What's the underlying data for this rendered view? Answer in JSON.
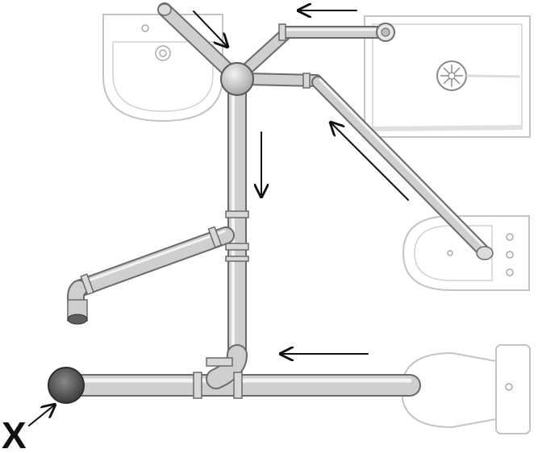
{
  "diagram": {
    "marker_label": "X",
    "colors": {
      "pipe_body": "#cfcfcf",
      "pipe_edge": "#6a6a6a",
      "fixture_outline": "#c4c4c4",
      "outlet": "#555555",
      "arrow": "#111111"
    },
    "fixtures": [
      "washbasin",
      "shower-tray",
      "bidet",
      "toilet"
    ]
  }
}
